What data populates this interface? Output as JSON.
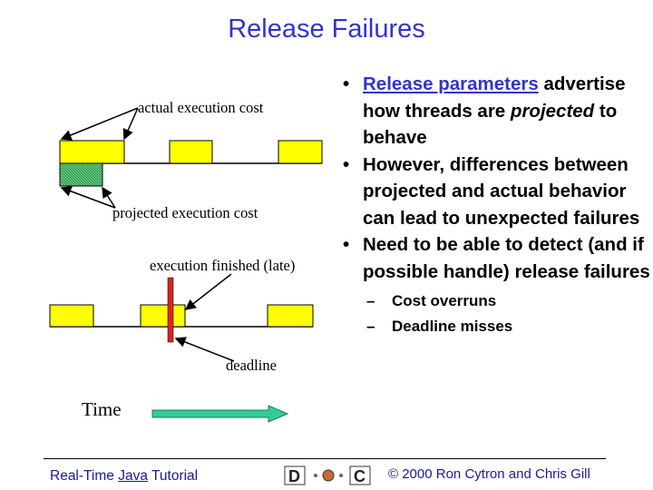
{
  "slide": {
    "title": "Release Failures",
    "labels": {
      "actual": "actual execution cost",
      "projected": "projected execution cost",
      "finished": "execution finished (late)",
      "deadline": "deadline",
      "time": "Time"
    },
    "bullets": [
      {
        "text_blue": "Release parameters",
        "text_a": "advertise how threads are",
        "text_italic": "projected",
        "text_b": "to behave"
      },
      {
        "text": "However, differences between projected and actual behavior can lead to unexpected failures"
      },
      {
        "text": "Need to be able to detect (and if possible handle) release failures"
      }
    ],
    "subbullets": [
      "Cost overruns",
      "Deadline misses"
    ],
    "bullet_glyph": "•",
    "dash_glyph": "–"
  },
  "footer": {
    "left_a": "Real-Time",
    "left_b": "Java",
    "left_c": "Tutorial",
    "right": "© 2000 Ron Cytron and Chris Gill"
  },
  "colors": {
    "title": "#3333cc",
    "block_fill": "#ffff00",
    "projected_fill": "#33aa55",
    "deadline": "#dd2222",
    "arrow": "#33cc99"
  }
}
